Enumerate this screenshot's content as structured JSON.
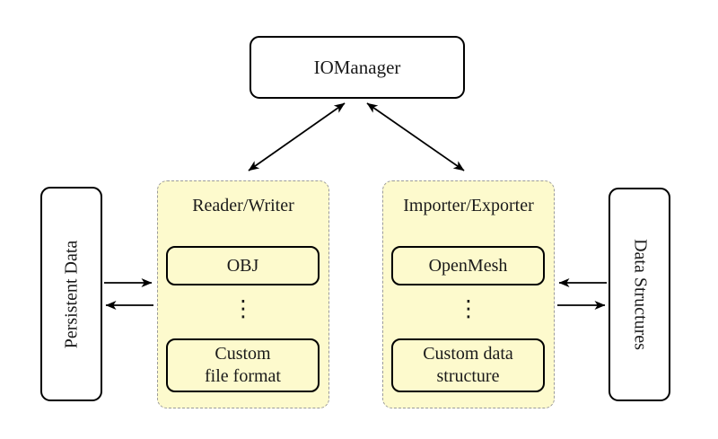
{
  "diagram": {
    "type": "architecture-diagram",
    "colors": {
      "background": "#ffffff",
      "node_fill": "#ffffff",
      "node_border": "#000000",
      "group_fill": "#fdfacd",
      "group_border": "#9b9b9b",
      "arrow": "#000000"
    },
    "nodes": {
      "iomanager": {
        "label": "IOManager"
      },
      "persistent_data": {
        "label": "Persistent Data"
      },
      "data_structures": {
        "label": "Data Structures"
      }
    },
    "groups": {
      "reader_writer": {
        "title": "Reader/Writer",
        "ellipsis": "⋮",
        "items": {
          "first": "OBJ",
          "second": "Custom\nfile format"
        }
      },
      "importer_exporter": {
        "title": "Importer/Exporter",
        "ellipsis": "⋮",
        "items": {
          "first": "OpenMesh",
          "second": "Custom data\nstructure"
        }
      }
    },
    "connections": [
      {
        "from": "iomanager",
        "to": "reader_writer",
        "style": "bidirectional"
      },
      {
        "from": "iomanager",
        "to": "importer_exporter",
        "style": "bidirectional"
      },
      {
        "from": "persistent_data",
        "to": "reader_writer",
        "style": "arrow"
      },
      {
        "from": "reader_writer",
        "to": "persistent_data",
        "style": "arrow"
      },
      {
        "from": "data_structures",
        "to": "importer_exporter",
        "style": "arrow"
      },
      {
        "from": "importer_exporter",
        "to": "data_structures",
        "style": "arrow"
      }
    ]
  }
}
